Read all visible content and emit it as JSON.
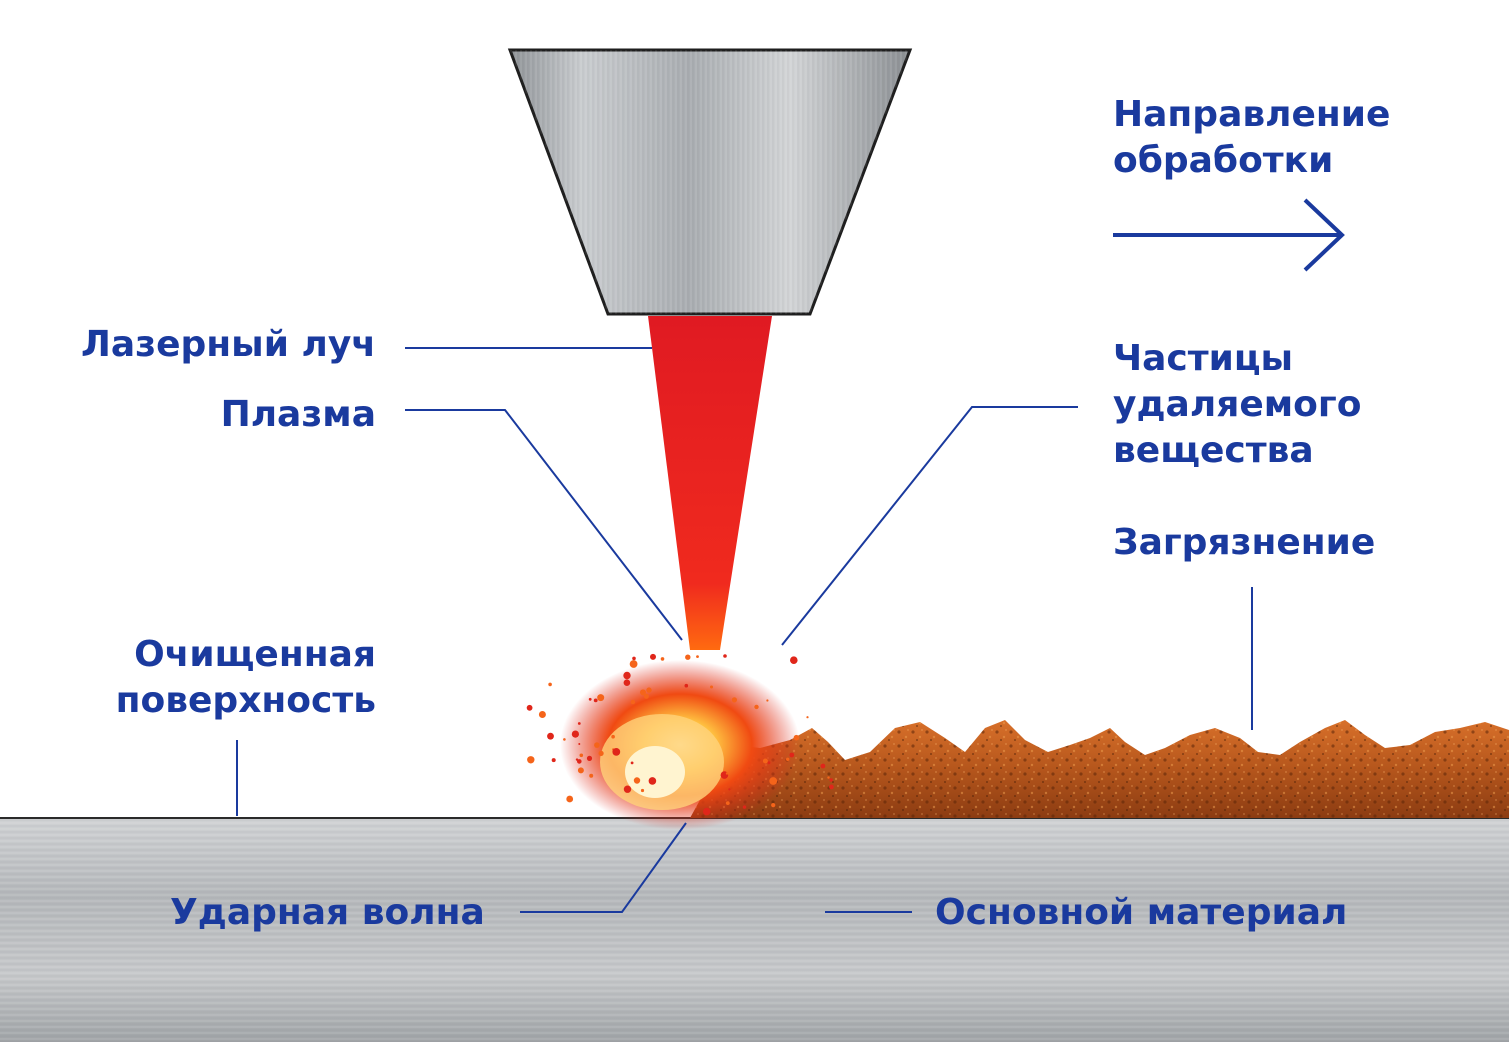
{
  "labels": {
    "direction": [
      "Направление",
      "обработки"
    ],
    "laser_beam": "Лазерный луч",
    "plasma": "Плазма",
    "particles": [
      "Частицы",
      "удаляемого",
      "вещества"
    ],
    "contamination": "Загрязнение",
    "cleaned_surface": [
      "Очищенная",
      "поверхность"
    ],
    "shock_wave": "Ударная волна",
    "base_material": "Основной материал"
  },
  "colors": {
    "label": "#1a3a9e",
    "beam": "#e8101a",
    "rust": "#b5561c",
    "metal": "#b9bcbf",
    "background": "#ffffff"
  },
  "icons": {
    "direction_arrow": "arrow-right-icon"
  }
}
